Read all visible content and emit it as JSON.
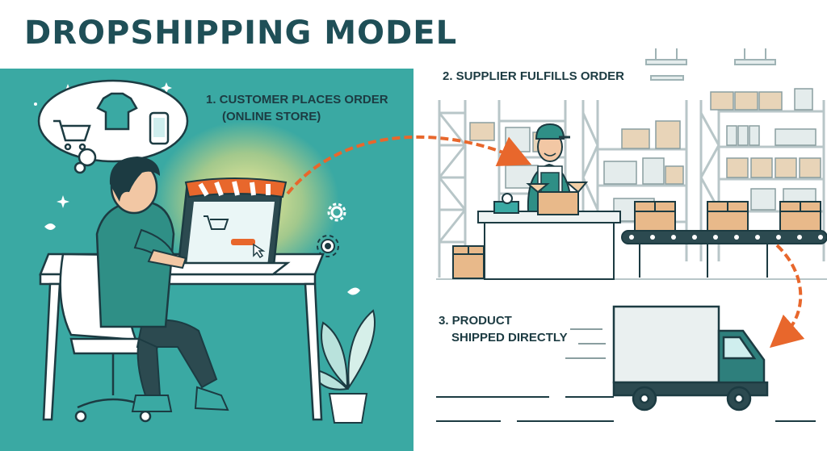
{
  "title": "DROPSHIPPING MODEL",
  "steps": [
    {
      "line1": "1. CUSTOMER PLACES ORDER",
      "line2": "(ONLINE STORE)"
    },
    {
      "line1": "2. SUPPLIER FULFILLS ORDER"
    },
    {
      "line1": "3. PRODUCT",
      "line2": "SHIPPED DIRECTLY"
    }
  ],
  "colors": {
    "teal_panel": "#3aa9a3",
    "title": "#1f4f57",
    "arrow": "#e8672c",
    "truck": "#2e7f7c",
    "shirt_uniform": "#2f8f86"
  }
}
